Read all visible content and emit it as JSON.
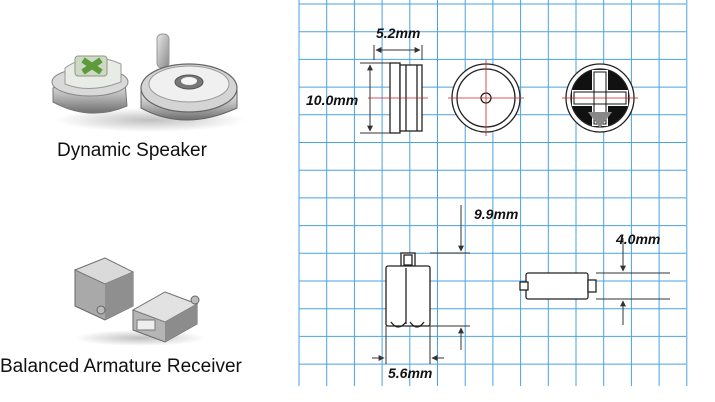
{
  "photos": {
    "dynamic_caption": "Dynamic Speaker",
    "ba_caption": "Balanced Armature Receiver"
  },
  "drawing": {
    "dynamic_depth": "5.2mm",
    "dynamic_diameter": "10.0mm",
    "ba_height": "9.9mm",
    "ba_thickness": "4.0mm",
    "ba_width": "5.6mm"
  },
  "colors": {
    "grid_line": "#4aa3df",
    "outline": "#222222",
    "dim_line": "#333333",
    "accent": "#cc2222"
  }
}
